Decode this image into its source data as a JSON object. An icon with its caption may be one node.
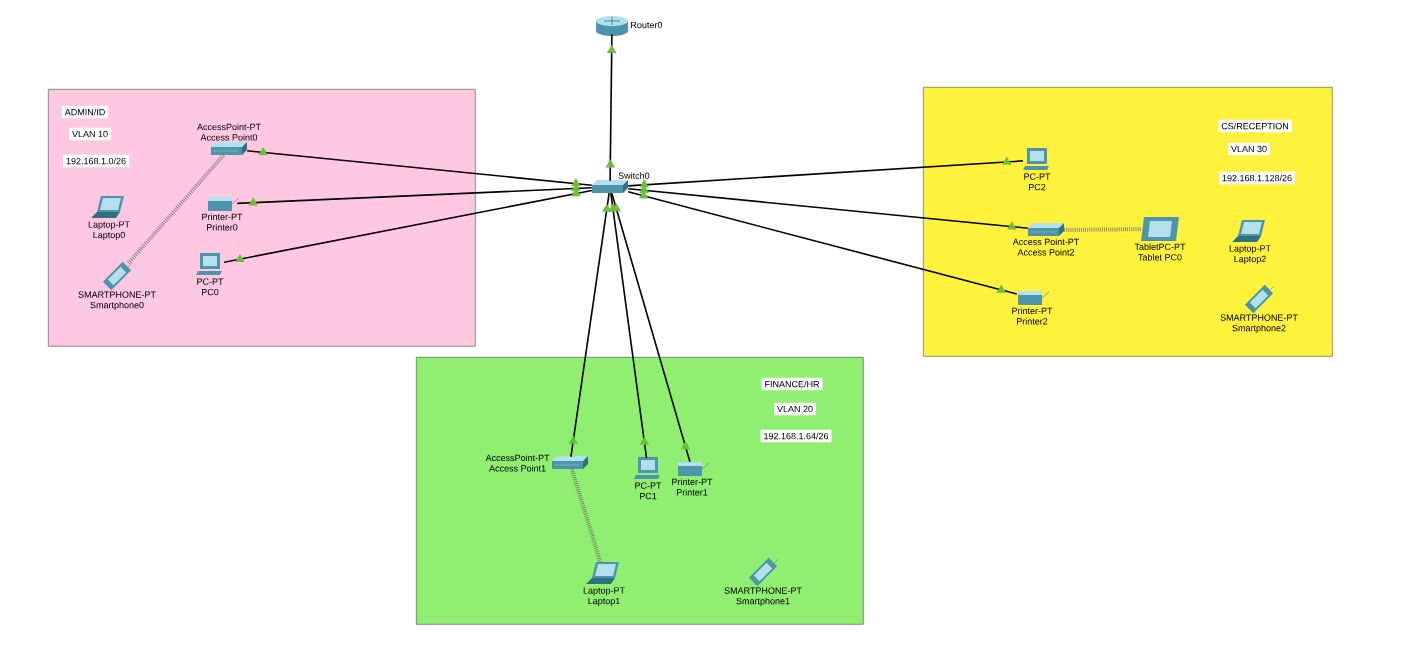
{
  "diagram": {
    "nodes": [
      {
        "text": [
          "Router0"
        ]
      },
      {
        "text": [],
        "shape": "box"
      },
      {
        "text": [
          "ADMIN/ID"
        ],
        "in": 1
      },
      {
        "text": [
          "VLAN 10"
        ],
        "in": 1
      },
      {
        "text": [
          "192.168.1.0/26"
        ],
        "in": 1
      },
      {
        "text": [
          "AccessPoint-PT",
          "Access Point0"
        ],
        "in": 1
      },
      {
        "text": [
          "Laptop-PT",
          "Laptop0"
        ],
        "in": 1
      },
      {
        "text": [
          "Printer-PT",
          "Printer0"
        ],
        "in": 1
      },
      {
        "text": [
          "PC-PT",
          "PC0"
        ],
        "in": 1
      },
      {
        "text": [
          "SMARTPHONE-PT",
          "Smartphone0"
        ],
        "in": 1
      },
      {
        "text": [
          "Switch0"
        ]
      },
      {
        "text": [],
        "shape": "box"
      },
      {
        "text": [
          "CS/RECEPTION"
        ],
        "in": 11
      },
      {
        "text": [
          "VLAN 30"
        ],
        "in": 11
      },
      {
        "text": [
          "192.168.1.128/26"
        ],
        "in": 11
      },
      {
        "text": [
          "PC-PT",
          "PC2"
        ],
        "in": 11
      },
      {
        "text": [
          "Access Point-PT",
          "Access Point2"
        ],
        "in": 11
      },
      {
        "text": [
          "TabletPC-PT",
          "Tablet PC0"
        ],
        "in": 11
      },
      {
        "text": [
          "Laptop-PT",
          "Laptop2"
        ],
        "in": 11
      },
      {
        "text": [
          "Printer-PT",
          "Printer2"
        ],
        "in": 11
      },
      {
        "text": [
          "SMARTPHONE-PT",
          "Smartphone2"
        ],
        "in": 11
      },
      {
        "text": [],
        "shape": "box"
      },
      {
        "text": [
          "FINANCE/HR"
        ],
        "in": 21
      },
      {
        "text": [
          "VLAN 20"
        ],
        "in": 21
      },
      {
        "text": [
          "192.168.1.64/26"
        ],
        "in": 21
      },
      {
        "text": [
          "AccessPoint-PT",
          "Access Point1"
        ],
        "in": 21
      },
      {
        "text": [
          "PC-PT",
          "PC1"
        ],
        "in": 21
      },
      {
        "text": [
          "Printer-PT",
          "Printer1"
        ],
        "in": 21
      },
      {
        "text": [
          "Laptop-PT",
          "Laptop1"
        ],
        "in": 21
      },
      {
        "text": [
          "SMARTPHONE-PT",
          "Smartphone1"
        ],
        "in": 21
      }
    ],
    "edges": [
      {
        "from": 10,
        "to": 0,
        "arrow": "none"
      },
      {
        "from": 10,
        "to": 5,
        "arrow": "none"
      },
      {
        "from": 10,
        "to": 7,
        "arrow": "none"
      },
      {
        "from": 10,
        "to": 8,
        "arrow": "none"
      },
      {
        "from": 10,
        "to": 15,
        "arrow": "none"
      },
      {
        "from": 10,
        "to": 16,
        "arrow": "none"
      },
      {
        "from": 10,
        "to": 19,
        "arrow": "none"
      },
      {
        "from": 10,
        "to": 25,
        "arrow": "none"
      },
      {
        "from": 10,
        "to": 26,
        "arrow": "none"
      },
      {
        "from": 10,
        "to": 27,
        "arrow": "none"
      },
      {
        "from": 5,
        "to": 9,
        "arrow": "none",
        "style": "dashed",
        "color": "#737373"
      },
      {
        "from": 16,
        "to": 17,
        "arrow": "none",
        "style": "dashed",
        "color": "#737373"
      },
      {
        "from": 25,
        "to": 28,
        "arrow": "none",
        "style": "dashed",
        "color": "#737373"
      }
    ]
  }
}
